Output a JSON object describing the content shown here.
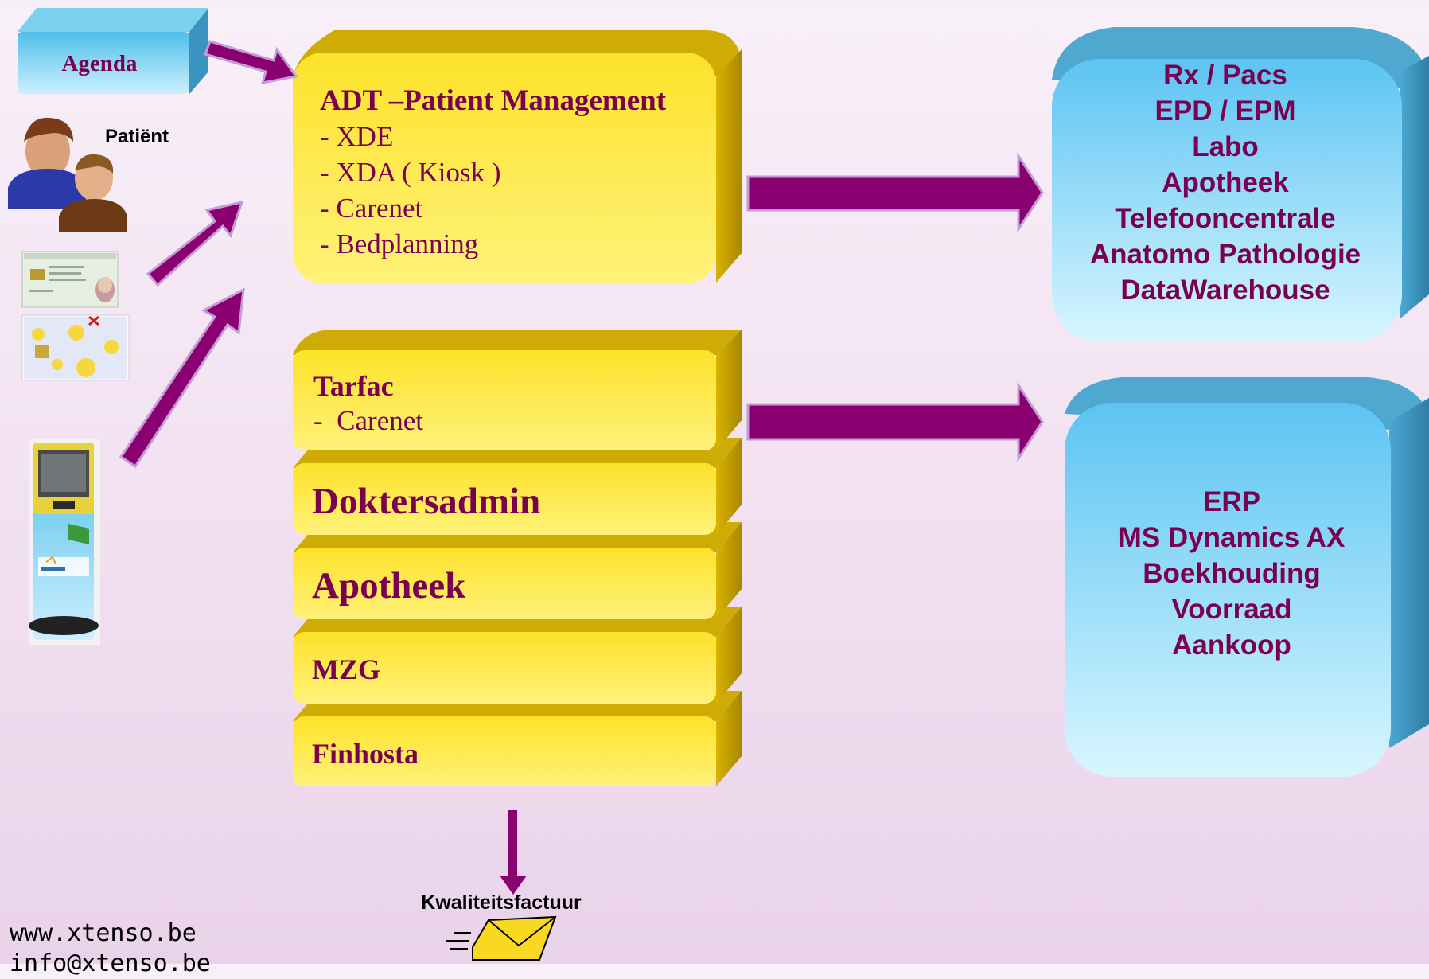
{
  "agenda": {
    "label": "Agenda"
  },
  "patient": {
    "label": "Patiënt"
  },
  "adt": {
    "title": "ADT –Patient Management",
    "items": [
      "- XDE",
      "- XDA ( Kiosk )",
      "- Carenet",
      "- Bedplanning"
    ]
  },
  "tarfac": {
    "title": "Tarfac",
    "item": "-  Carenet"
  },
  "modules": {
    "doktersadmin": "Doktersadmin",
    "apotheek": "Apotheek",
    "mzg": "MZG",
    "finhosta": "Finhosta"
  },
  "clinical_systems": {
    "items": [
      "Rx / Pacs",
      "EPD / EPM",
      "Labo",
      "Apotheek",
      "Telefooncentrale",
      "Anatomo Pathologie",
      "DataWarehouse"
    ]
  },
  "erp": {
    "items": [
      "ERP",
      "MS Dynamics AX",
      "Boekhouding",
      "Voorraad",
      "Aankoop"
    ]
  },
  "output": {
    "label": "Kwaliteitsfactuur"
  },
  "footer": {
    "website": "www.xtenso.be",
    "email": "info@xtenso.be"
  },
  "colors": {
    "text": "#7a0050",
    "arrow": "#8b0070",
    "yellow_front": "#fde53a",
    "yellow_side": "#c9a400",
    "blue_front": "#7fd0f4",
    "blue_side": "#3d97c0"
  }
}
